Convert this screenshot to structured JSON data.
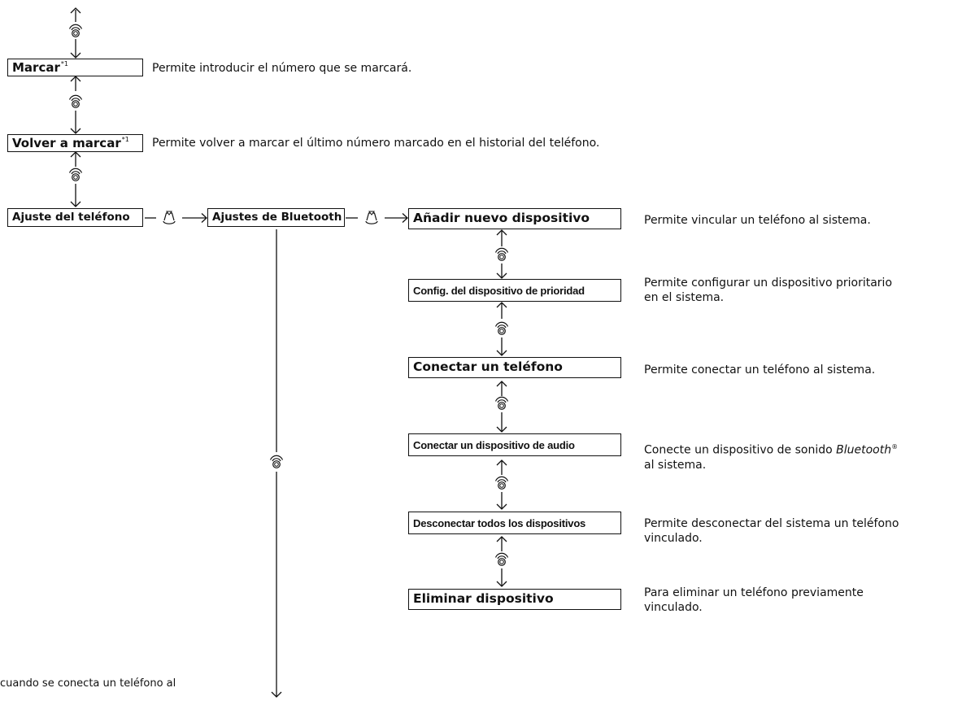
{
  "menu": {
    "dial": {
      "label": "Marcar",
      "footnote": "*1",
      "desc": "Permite introducir el número que se marcará."
    },
    "redial": {
      "label": "Volver a marcar",
      "footnote": "*1",
      "desc": "Permite volver a marcar el último número marcado en el historial del teléfono."
    },
    "phone_settings": {
      "label": "Ajuste del teléfono"
    },
    "bluetooth_settings": {
      "label": "Ajustes de Bluetooth"
    }
  },
  "submenu": [
    {
      "label": "Añadir nuevo dispositivo",
      "desc_1": "Permite vincular un teléfono al sistema.",
      "desc_2": ""
    },
    {
      "label": "Config. del dispositivo de prioridad",
      "desc_1": "Permite configurar un dispositivo prioritario",
      "desc_2": "en el sistema."
    },
    {
      "label": "Conectar un teléfono",
      "desc_1": "Permite conectar un teléfono al sistema.",
      "desc_2": ""
    },
    {
      "label": "Conectar un dispositivo de audio",
      "desc_1": "Conecte un dispositivo de sonido",
      "desc_1_italic": "Bluetooth",
      "desc_1_mark": "®",
      "desc_2": "al sistema."
    },
    {
      "label": "Desconectar todos los dispositivos",
      "desc_1": "Permite desconectar del sistema un teléfono",
      "desc_2": "vinculado."
    },
    {
      "label": "Eliminar dispositivo",
      "desc_1": "Para eliminar un teléfono previamente",
      "desc_2": "vinculado."
    }
  ],
  "footnote_text": "cuando se conecta un teléfono al",
  "icons": {
    "rotate": "interface-dial-rotate-icon",
    "press": "interface-dial-press-icon"
  },
  "colors": {
    "line": "#111111",
    "background": "#ffffff"
  }
}
